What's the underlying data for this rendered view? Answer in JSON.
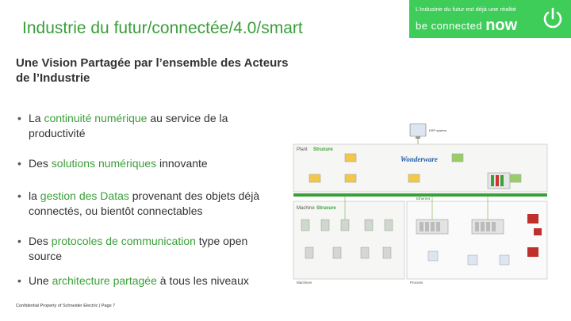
{
  "header": {
    "title": "Industrie du futur/connectée/4.0/smart"
  },
  "brand": {
    "tagline": "L'industrie du futur est déjà une réalité",
    "be_connected": "be connected",
    "now": "now",
    "accent_color": "#3dcd58",
    "icon": "power-icon"
  },
  "subtitle": "Une Vision Partagée par l’ensemble des Acteurs de l’Industrie",
  "bullets": [
    {
      "pre": "La ",
      "highlight": "continuité numérique",
      "post": " au service de la productivité"
    },
    {
      "pre": "Des ",
      "highlight": "solutions numériques",
      "post": " innovante"
    },
    {
      "pre": "la ",
      "highlight": "gestion des Datas",
      "post": " provenant des objets déjà connectés, ou bientôt connectables"
    },
    {
      "pre": "Des ",
      "highlight": "protocoles de communication",
      "post": " type open source"
    },
    {
      "pre": "Une ",
      "highlight": "architecture partagée",
      "post": " à tous les niveaux"
    }
  ],
  "diagram": {
    "plant_label": "Plant",
    "plant_brand": "Struxure",
    "machine_label": "Machine",
    "machine_brand": "Struxure",
    "wonderware": "Wonderware",
    "ethernet": "Ethernet",
    "footer_left": "Machines",
    "footer_right": "Process",
    "top_label": "ERP system"
  },
  "footer": "Confidential Property of Schneider Electric | Page 7"
}
